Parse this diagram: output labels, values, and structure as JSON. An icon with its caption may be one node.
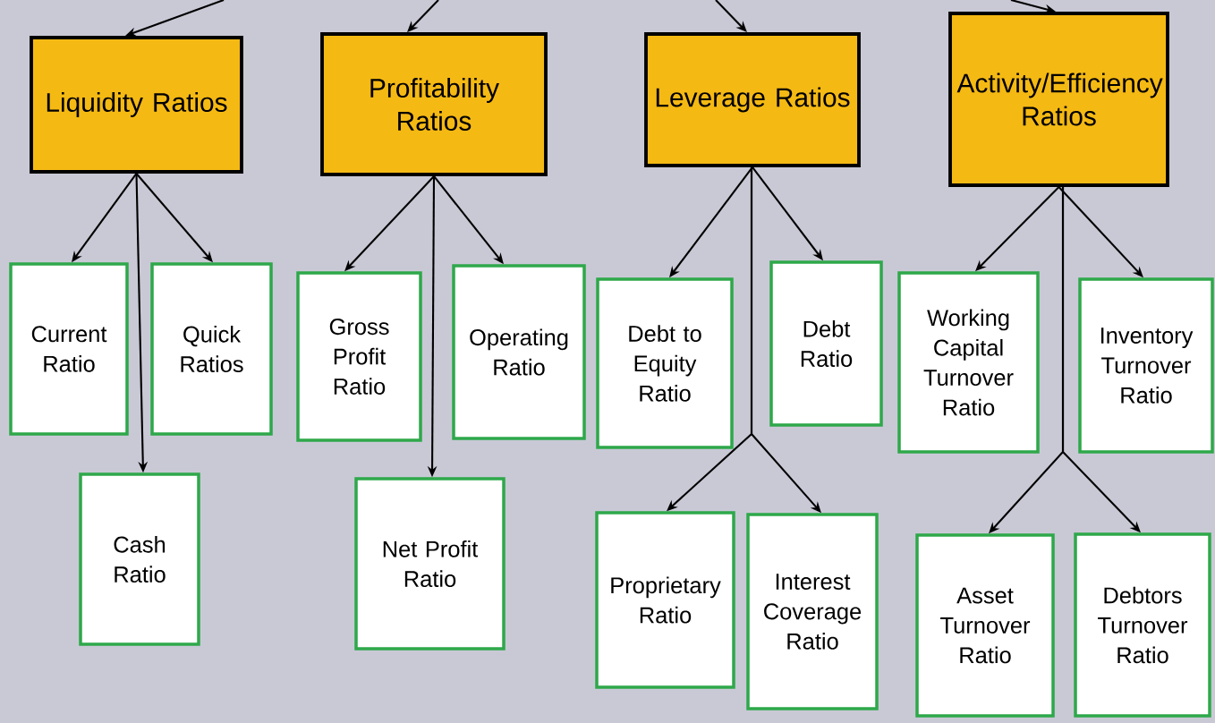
{
  "diagram": {
    "nodes": [
      {
        "text": [
          "Liquidity Ratios"
        ]
      },
      {
        "text": [
          "Current Ratio"
        ]
      },
      {
        "text": [
          "Quick Ratios"
        ]
      },
      {
        "text": [
          "Cash Ratio"
        ]
      },
      {
        "text": [
          "Profitability Ratios"
        ]
      },
      {
        "text": [
          "Gross Profit Ratio"
        ]
      },
      {
        "text": [
          "Operating Ratio"
        ]
      },
      {
        "text": [
          "Net Profit Ratio"
        ]
      },
      {
        "text": [
          "Leverage Ratios"
        ]
      },
      {
        "text": [
          "Debt to Equity Ratio"
        ]
      },
      {
        "text": [
          "Debt Ratio"
        ]
      },
      {
        "text": [
          "Proprietary Ratio"
        ]
      },
      {
        "text": [
          "Interest Coverage Ratio"
        ]
      },
      {
        "text": [
          "Activity/Efficiency Ratios"
        ]
      },
      {
        "text": [
          "Working Capital Turnover Ratio"
        ]
      },
      {
        "text": [
          "Inventory Turnover Ratio"
        ]
      },
      {
        "text": [
          "Asset Turnover Ratio"
        ]
      },
      {
        "text": [
          "Debtors Turnover Ratio"
        ]
      }
    ],
    "edges": [
      {
        "from": null,
        "to": 0,
        "arrow": "to"
      },
      {
        "from": null,
        "to": 4,
        "arrow": "to"
      },
      {
        "from": null,
        "to": 8,
        "arrow": "to"
      },
      {
        "from": null,
        "to": 13,
        "arrow": "to"
      },
      {
        "from": 0,
        "to": 1,
        "arrow": "to"
      },
      {
        "from": 0,
        "to": 2,
        "arrow": "to"
      },
      {
        "from": 0,
        "to": 3,
        "arrow": "to"
      },
      {
        "from": 4,
        "to": 5,
        "arrow": "to"
      },
      {
        "from": 4,
        "to": 6,
        "arrow": "to"
      },
      {
        "from": 4,
        "to": 7,
        "arrow": "to"
      },
      {
        "from": 8,
        "to": 9,
        "arrow": "to"
      },
      {
        "from": 8,
        "to": 10,
        "arrow": "to"
      },
      {
        "from": 8,
        "to": 11,
        "arrow": "to"
      },
      {
        "from": 8,
        "to": 12,
        "arrow": "to"
      },
      {
        "from": 13,
        "to": 14,
        "arrow": "to"
      },
      {
        "from": 13,
        "to": 15,
        "arrow": "to"
      },
      {
        "from": 13,
        "to": 16,
        "arrow": "to"
      },
      {
        "from": 13,
        "to": 17,
        "arrow": "to"
      }
    ]
  }
}
